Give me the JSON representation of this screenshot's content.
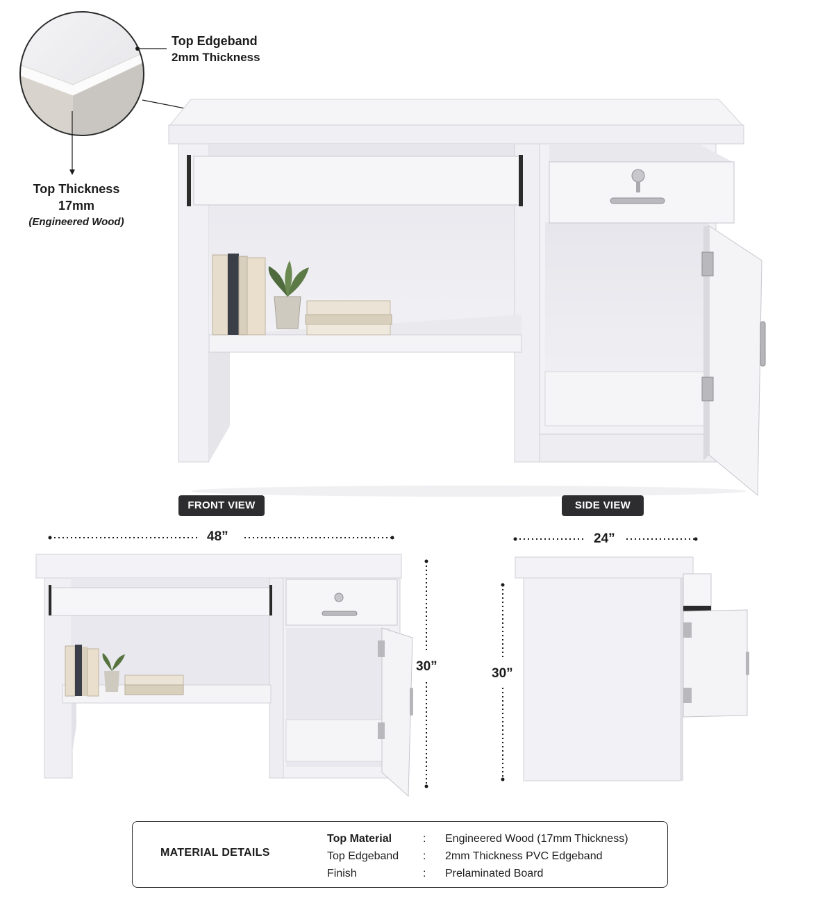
{
  "callouts": {
    "edgeband_title": "Top Edgeband",
    "edgeband_sub": "2mm Thickness",
    "thickness_title": "Top Thickness",
    "thickness_value": "17mm",
    "thickness_note": "(Engineered Wood)"
  },
  "views": {
    "front_label": "FRONT VIEW",
    "side_label": "SIDE VIEW"
  },
  "dimensions": {
    "front_width": "48”",
    "front_height": "30”",
    "side_depth": "24”",
    "side_height": "30”"
  },
  "material": {
    "title": "MATERIAL DETAILS",
    "rows": [
      {
        "key": "Top Material",
        "sep": ":",
        "value": "Engineered Wood (17mm Thickness)"
      },
      {
        "key": "Top Edgeband",
        "sep": ":",
        "value": "2mm Thickness PVC Edgeband"
      },
      {
        "key": "Finish",
        "sep": ":",
        "value": "Prelaminated Board"
      }
    ]
  },
  "colors": {
    "panel": "#f3f3f6",
    "panel_shadow": "#dcdce2",
    "outline": "#c8c8cf",
    "pill_bg": "#2d2d2f",
    "text": "#1c1c1c"
  },
  "icons": [
    "desk-illustration",
    "edge-detail-circle",
    "dimension-line",
    "drawer-lock-icon",
    "handle-icon",
    "hinge-icon",
    "book-icon",
    "plant-icon"
  ]
}
